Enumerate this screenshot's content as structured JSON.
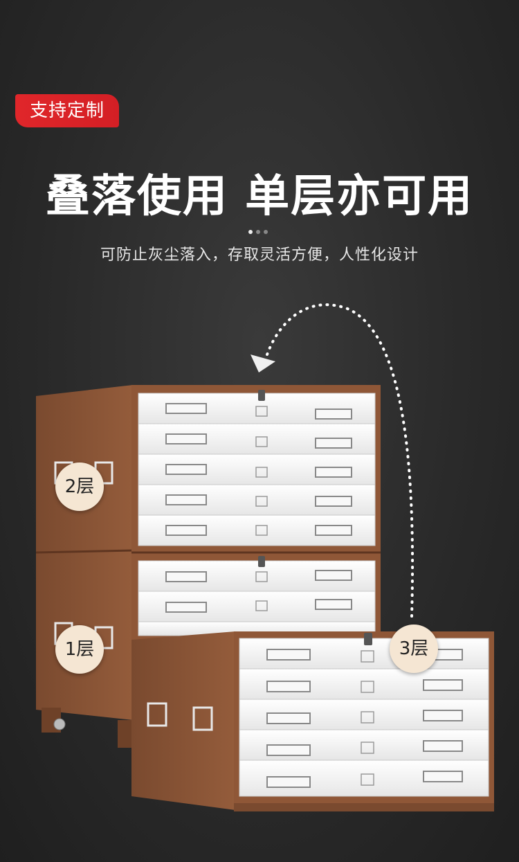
{
  "badge": {
    "label": "支持定制"
  },
  "headline": {
    "text": "叠落使用 单层亦可用"
  },
  "subline": {
    "text": "可防止灰尘落入，存取灵活方便，人性化设计"
  },
  "carousel": {
    "dot_count": 3,
    "active_index": 0
  },
  "layers": [
    {
      "label": "2层"
    },
    {
      "label": "1层"
    },
    {
      "label": "3层"
    }
  ],
  "colors": {
    "badge_red": "#e0262a",
    "cabinet_brown": "#8a5436",
    "drawer_white": "#f4f4f4",
    "label_cream": "#f5e6d3"
  }
}
